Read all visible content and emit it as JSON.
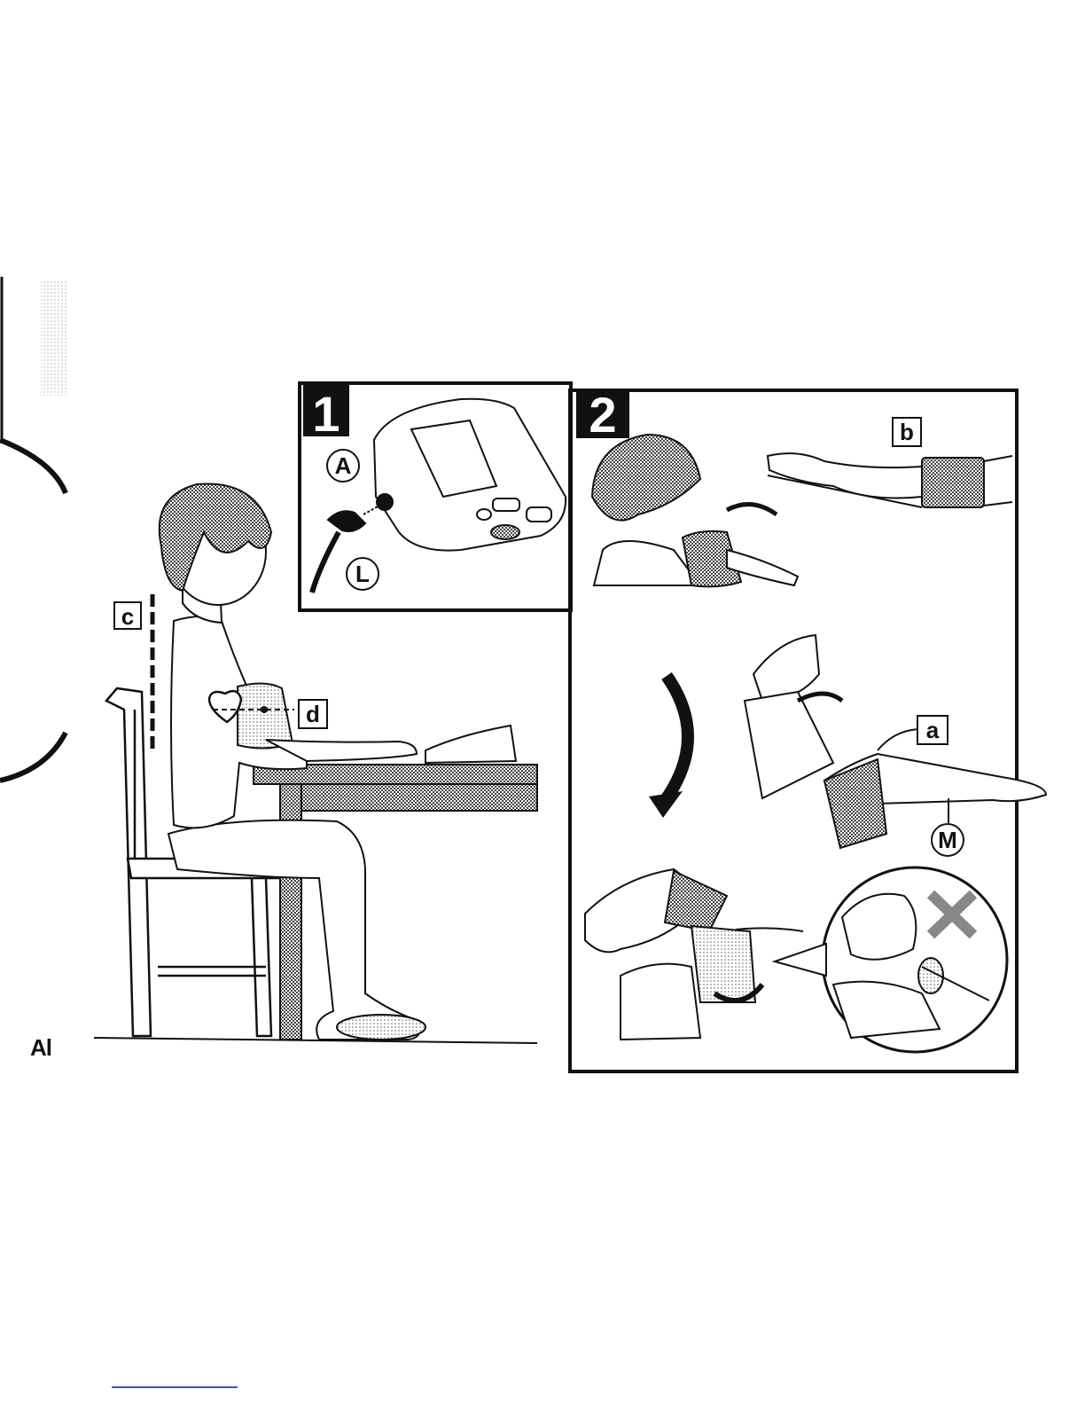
{
  "page": {
    "label": "Al"
  },
  "panel1": {
    "step": "1",
    "callout_plug": "A",
    "callout_cable": "L"
  },
  "panel2": {
    "step": "2",
    "callout_arm": "b",
    "callout_tube": "a",
    "callout_marker": "M"
  },
  "seated_figure": {
    "callout_back": "c",
    "callout_heart_level": "d"
  },
  "colors": {
    "ink": "#111111",
    "halftone": "#8a8a8a",
    "footer_rule": "#3a4fd0"
  }
}
